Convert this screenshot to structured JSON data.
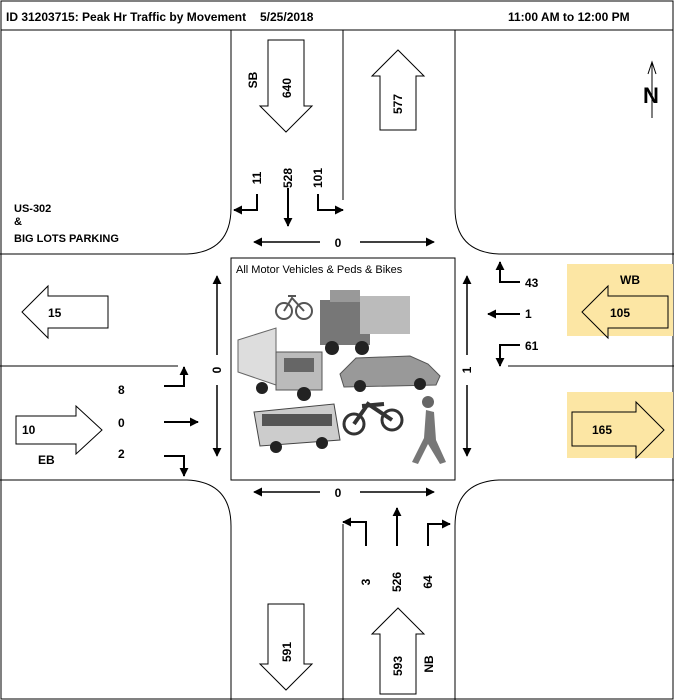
{
  "header": {
    "title": "ID 31203715: Peak Hr Traffic by Movement",
    "date": "5/25/2018",
    "time_range": "11:00 AM to 12:00 PM"
  },
  "location": {
    "line1": "US-302",
    "line2": "&",
    "line3": "BIG LOTS PARKING"
  },
  "north_label": "N",
  "center_label": "All Motor Vehicles & Peds & Bikes",
  "crosswalks": {
    "north": "0",
    "south": "0",
    "west": "0",
    "east": "1"
  },
  "southbound": {
    "label": "SB",
    "approach_total": "640",
    "exit_total": "577",
    "right": "11",
    "through": "528",
    "left": "101"
  },
  "northbound": {
    "label": "NB",
    "approach_total": "593",
    "exit_total": "591",
    "left": "3",
    "through": "526",
    "right": "64"
  },
  "westbound": {
    "label": "WB",
    "approach_total": "105",
    "exit_total": "165",
    "right": "43",
    "through": "1",
    "left": "61",
    "highlight_color": "#fce6a4"
  },
  "eastbound": {
    "label": "EB",
    "approach_total": "10",
    "exit_total": "15",
    "left": "8",
    "through": "0",
    "right": "2"
  }
}
